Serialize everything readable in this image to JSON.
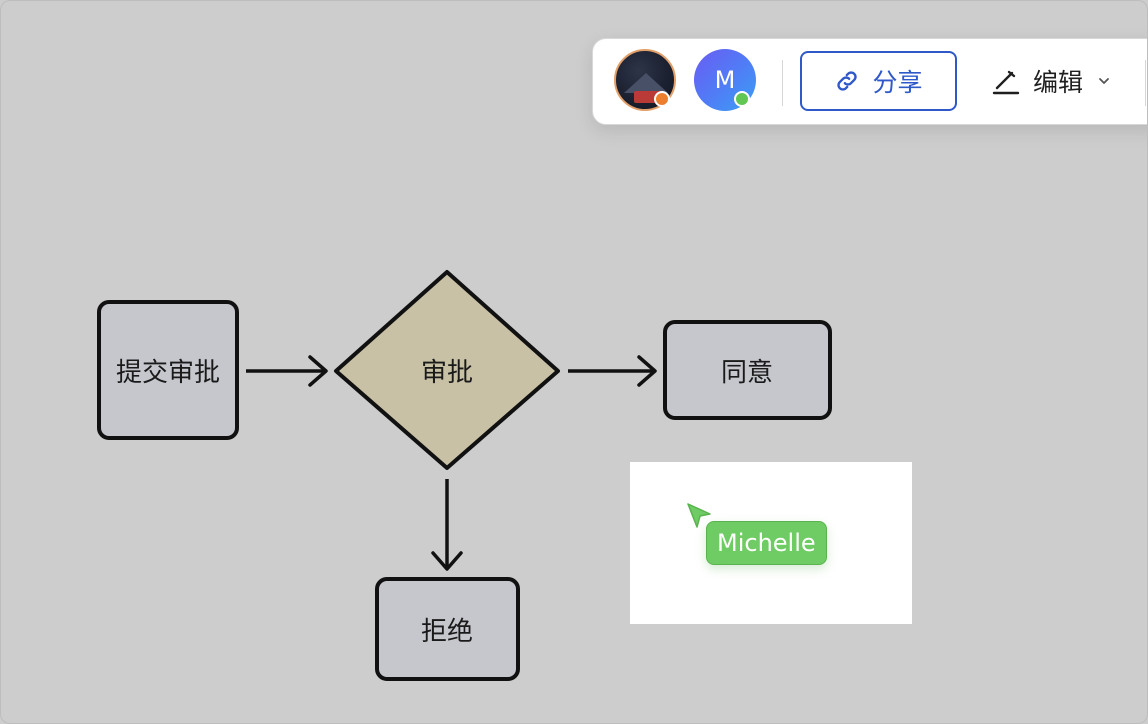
{
  "toolbar": {
    "avatars": [
      {
        "type": "photo",
        "status_color": "#ec7f2d"
      },
      {
        "type": "initial",
        "initial": "M",
        "status_color": "#62c655"
      }
    ],
    "share_label": "分享",
    "share_icon": "link-icon",
    "edit_label": "编辑",
    "edit_icon": "pen-icon",
    "dropdown_icon": "chevron-down-icon"
  },
  "flowchart": {
    "nodes": {
      "submit": "提交审批",
      "approval": "审批",
      "agree": "同意",
      "reject": "拒绝"
    },
    "colors": {
      "process_fill": "#c6c7cd",
      "decision_fill": "#c8c1a6",
      "stroke": "#111111"
    }
  },
  "collaborator_cursor": {
    "name": "Michelle",
    "color": "#6fcb63"
  }
}
